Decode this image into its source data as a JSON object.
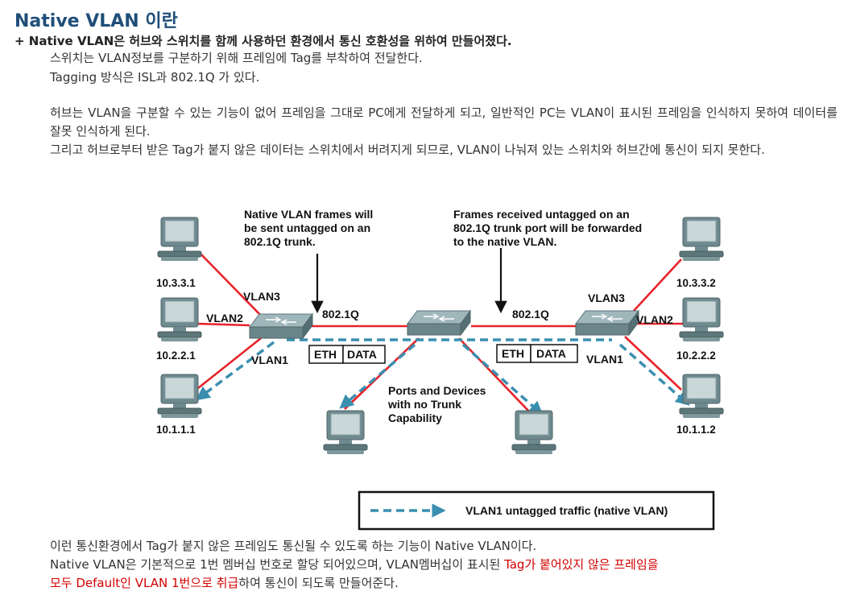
{
  "heading": "Native VLAN 이란",
  "subheading": "+ Native VLAN은 허브와 스위치를 함께 사용하던 환경에서 통신 호환성을 위하여 만들어졌다.",
  "intro": {
    "line1": "스위치는 VLAN정보를 구분하기 위해 프레임에 Tag를 부착하여 전달한다.",
    "line2": "Tagging 방식은 ISL과 802.1Q 가 있다."
  },
  "para1": "허브는 VLAN을 구분할 수 있는 기능이 없어 프레임을 그대로 PC에게 전달하게 되고, 일반적인 PC는 VLAN이 표시된 프레임을 인식하지 못하여 데이터를 잘못 인식하게 된다.",
  "para2": "그리고 허브로부터 받은 Tag가 붙지 않은 데이터는 스위치에서 버려지게 되므로, VLAN이 나눠져 있는 스위치와 허브간에 통신이 되지 못한다.",
  "diagram": {
    "note_left": [
      "Native VLAN frames will",
      "be sent untagged on an",
      "802.1Q trunk."
    ],
    "note_right": [
      "Frames received untagged on an",
      "802.1Q trunk port will be forwarded",
      "to the native VLAN."
    ],
    "note_center": [
      "Ports and Devices",
      "with no Trunk",
      "Capability"
    ],
    "pc_left_top": "10.3.3.1",
    "pc_left_mid": "10.2.2.1",
    "pc_left_bot": "10.1.1.1",
    "pc_right_top": "10.3.3.2",
    "pc_right_mid": "10.2.2.2",
    "pc_right_bot": "10.1.1.2",
    "vlan3": "VLAN3",
    "vlan2": "VLAN2",
    "vlan1": "VLAN1",
    "trunk": "802.1Q",
    "frame_eth": "ETH",
    "frame_data": "DATA",
    "legend": "VLAN1 untagged traffic (native VLAN)",
    "colors": {
      "vlan_link": "#e8222a",
      "trunk_link": "#e8222a",
      "native_path": "#3a8fb0"
    }
  },
  "bottom": {
    "line1": "이런 통신환경에서 Tag가 붙지 않은 프레임도 통신될 수 있도록 하는 기능이 Native VLAN이다.",
    "line2a": "Native VLAN은 기본적으로 1번 멤버십 번호로 할당 되어있으며, VLAN멤버십이 표시된 ",
    "line2b": "Tag가 붙어있지 않은 프레임을",
    "line3a": "모두 Default인 VLAN 1번으로 취급",
    "line3b": "하여 통신이 되도록 만들어준다."
  },
  "colors": {
    "heading": "#1f4e79",
    "highlight": "#d40000"
  }
}
